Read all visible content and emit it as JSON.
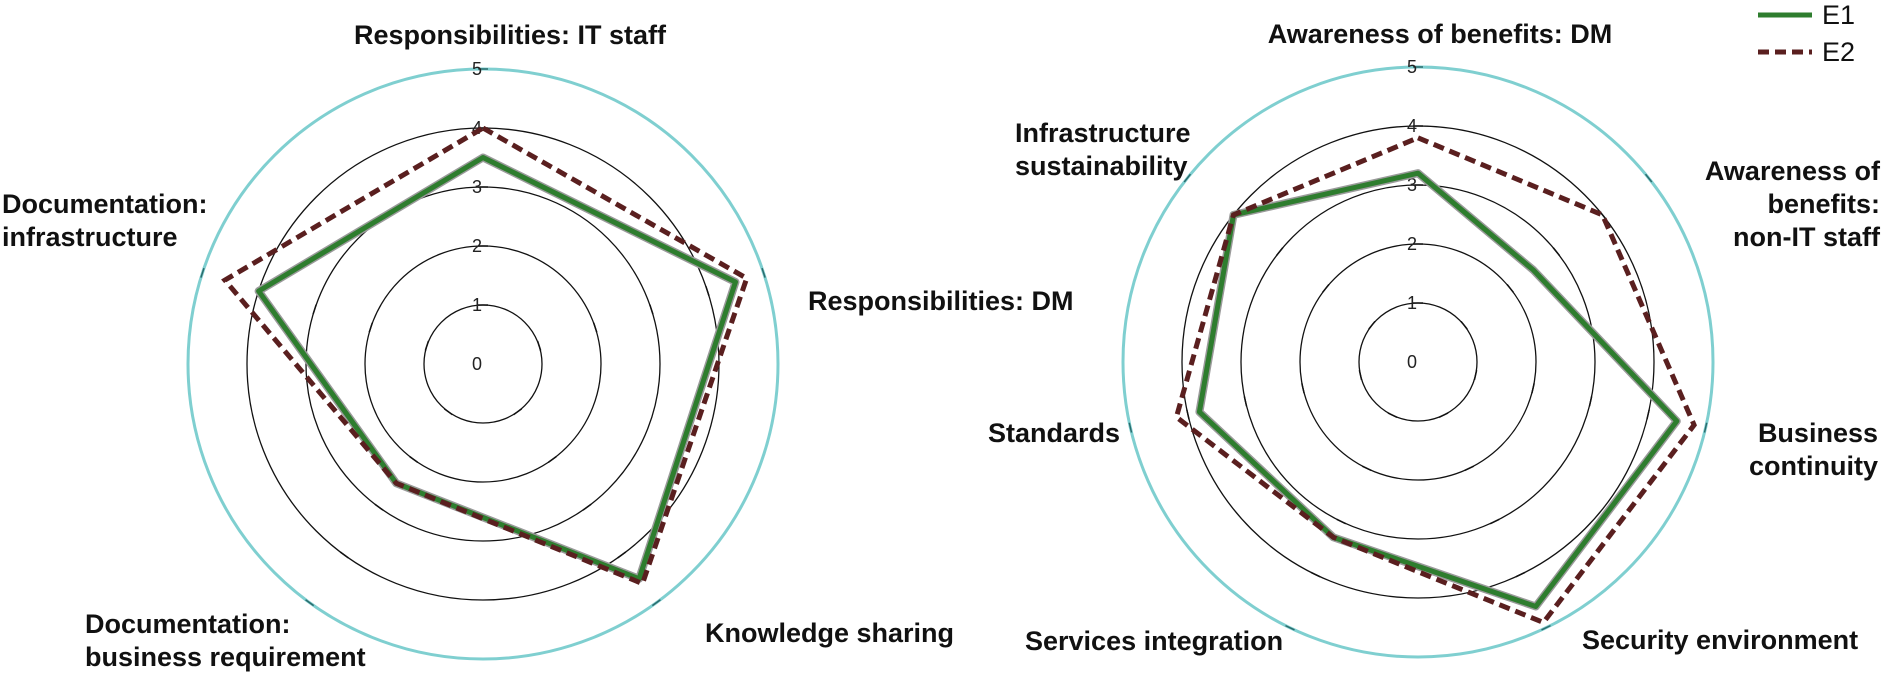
{
  "chart_data": [
    {
      "type": "radar",
      "axes": [
        "Responsibilities: IT staff",
        "Responsibilities: DM",
        "Knowledge sharing",
        "Documentation: business requirement",
        "Documentation: infrastructure"
      ],
      "axis_label_lines": [
        [
          "Responsibilities: IT staff"
        ],
        [
          "Responsibilities: DM"
        ],
        [
          "Knowledge sharing"
        ],
        [
          "Documentation:",
          "business requirement"
        ],
        [
          "Documentation:",
          "infrastructure"
        ]
      ],
      "rlim": [
        0,
        5
      ],
      "ticks": [
        "0",
        "1",
        "2",
        "3",
        "4",
        "5"
      ],
      "series": [
        {
          "name": "E1",
          "values": [
            3.5,
            4.5,
            4.5,
            2.5,
            4.0
          ]
        },
        {
          "name": "E2",
          "values": [
            4.0,
            4.7,
            4.6,
            2.5,
            4.6
          ]
        }
      ]
    },
    {
      "type": "radar",
      "axes": [
        "Awareness of benefits: DM",
        "Awareness of benefits: non-IT staff",
        "Business continuity",
        "Security environment",
        "Services integration",
        "Standards",
        "Infrastructure sustainability"
      ],
      "axis_label_lines": [
        [
          "Awareness of benefits: DM"
        ],
        [
          "Awareness of",
          "benefits:",
          "non-IT staff"
        ],
        [
          "Business",
          "continuity"
        ],
        [
          "Security environment"
        ],
        [
          "Services integration"
        ],
        [
          "Standards"
        ],
        [
          "Infrastructure",
          "sustainability"
        ]
      ],
      "rlim": [
        0,
        5
      ],
      "ticks": [
        "0",
        "1",
        "2",
        "3",
        "4",
        "5"
      ],
      "series": [
        {
          "name": "E1",
          "values": [
            3.2,
            2.5,
            4.5,
            4.6,
            3.3,
            3.8,
            4.0
          ]
        },
        {
          "name": "E2",
          "values": [
            3.8,
            4.0,
            4.8,
            4.9,
            3.3,
            4.2,
            4.0
          ]
        }
      ]
    }
  ],
  "legend": {
    "position": "top-right",
    "items": [
      {
        "label": "E1",
        "color": "#2e7d2e",
        "style": "solid"
      },
      {
        "label": "E2",
        "color": "#5a1f1f",
        "style": "dashed"
      }
    ]
  },
  "colors": {
    "e1": "#2e7d2e",
    "e1_shadow": "#9a9a9a",
    "e2": "#5a1f1f",
    "outer_ring": "#7fcfd0",
    "grid_ring": "#111111"
  }
}
